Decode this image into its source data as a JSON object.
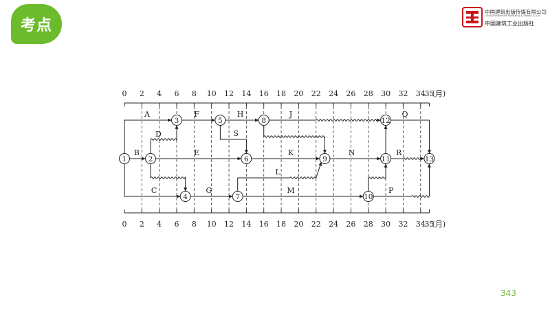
{
  "badge": {
    "text": "考点"
  },
  "publisher": {
    "name_cn": "中国建筑出版传媒有限公司",
    "name_en": "China Architecture Publishing & Media Co.,Ltd.",
    "name_cn_2": "中国建筑工业出版社"
  },
  "page_number": "343",
  "diagram": {
    "time_scale": {
      "ticks": [
        "0",
        "2",
        "4",
        "6",
        "8",
        "10",
        "12",
        "14",
        "16",
        "18",
        "20",
        "22",
        "24",
        "26",
        "28",
        "30",
        "32",
        "34",
        "35"
      ],
      "unit": "(月)"
    },
    "nodes": [
      "1",
      "2",
      "3",
      "4",
      "5",
      "6",
      "7",
      "8",
      "9",
      "10",
      "11",
      "12",
      "13"
    ],
    "activities": [
      "A",
      "B",
      "C",
      "D",
      "E",
      "F",
      "G",
      "H",
      "J",
      "K",
      "L",
      "M",
      "N",
      "P",
      "Q",
      "R",
      "S"
    ]
  }
}
